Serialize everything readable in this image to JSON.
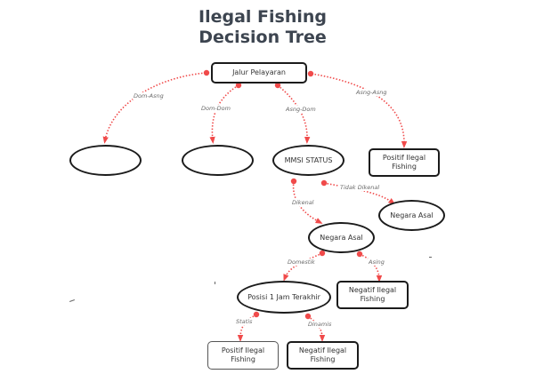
{
  "title": {
    "line1": "Ilegal Fishing",
    "line2": "Decision Tree"
  },
  "colors": {
    "edge": "#f04a4a",
    "node_border": "#1b1b1b",
    "title": "#3d4550",
    "edge_label": "#6a6a6a"
  },
  "nodes": {
    "root": "Jalur Pelayaran",
    "dom_asng": "",
    "dom_dom": "",
    "mmsi": "MMSI STATUS",
    "positif_top_line1": "Positif Ilegal",
    "positif_top_line2": "Fishing",
    "negara_asal_right": "Negara Asal",
    "negara_asal_center": "Negara Asal",
    "negatif_mid_line1": "Negatif Ilegal",
    "negatif_mid_line2": "Fishing",
    "posisi": "Posisi 1 Jam Terakhir",
    "positif_bottom_line1": "Positif Ilegal",
    "positif_bottom_line2": "Fishing",
    "negatif_bottom_line1": "Negatif Ilegal",
    "negatif_bottom_line2": "Fishing"
  },
  "edges": {
    "dom_asng": "Dom-Asng",
    "dom_dom": "Dom-Dom",
    "asng_dom": "Asng-Dom",
    "asng_asng": "Asng-Asng",
    "dikenal": "Dikenal",
    "tidak_dikenal": "Tidak Dikenal",
    "domestik": "Domestik",
    "asing": "Asing",
    "statis": "Statis",
    "dinamis": "Dinamis"
  }
}
